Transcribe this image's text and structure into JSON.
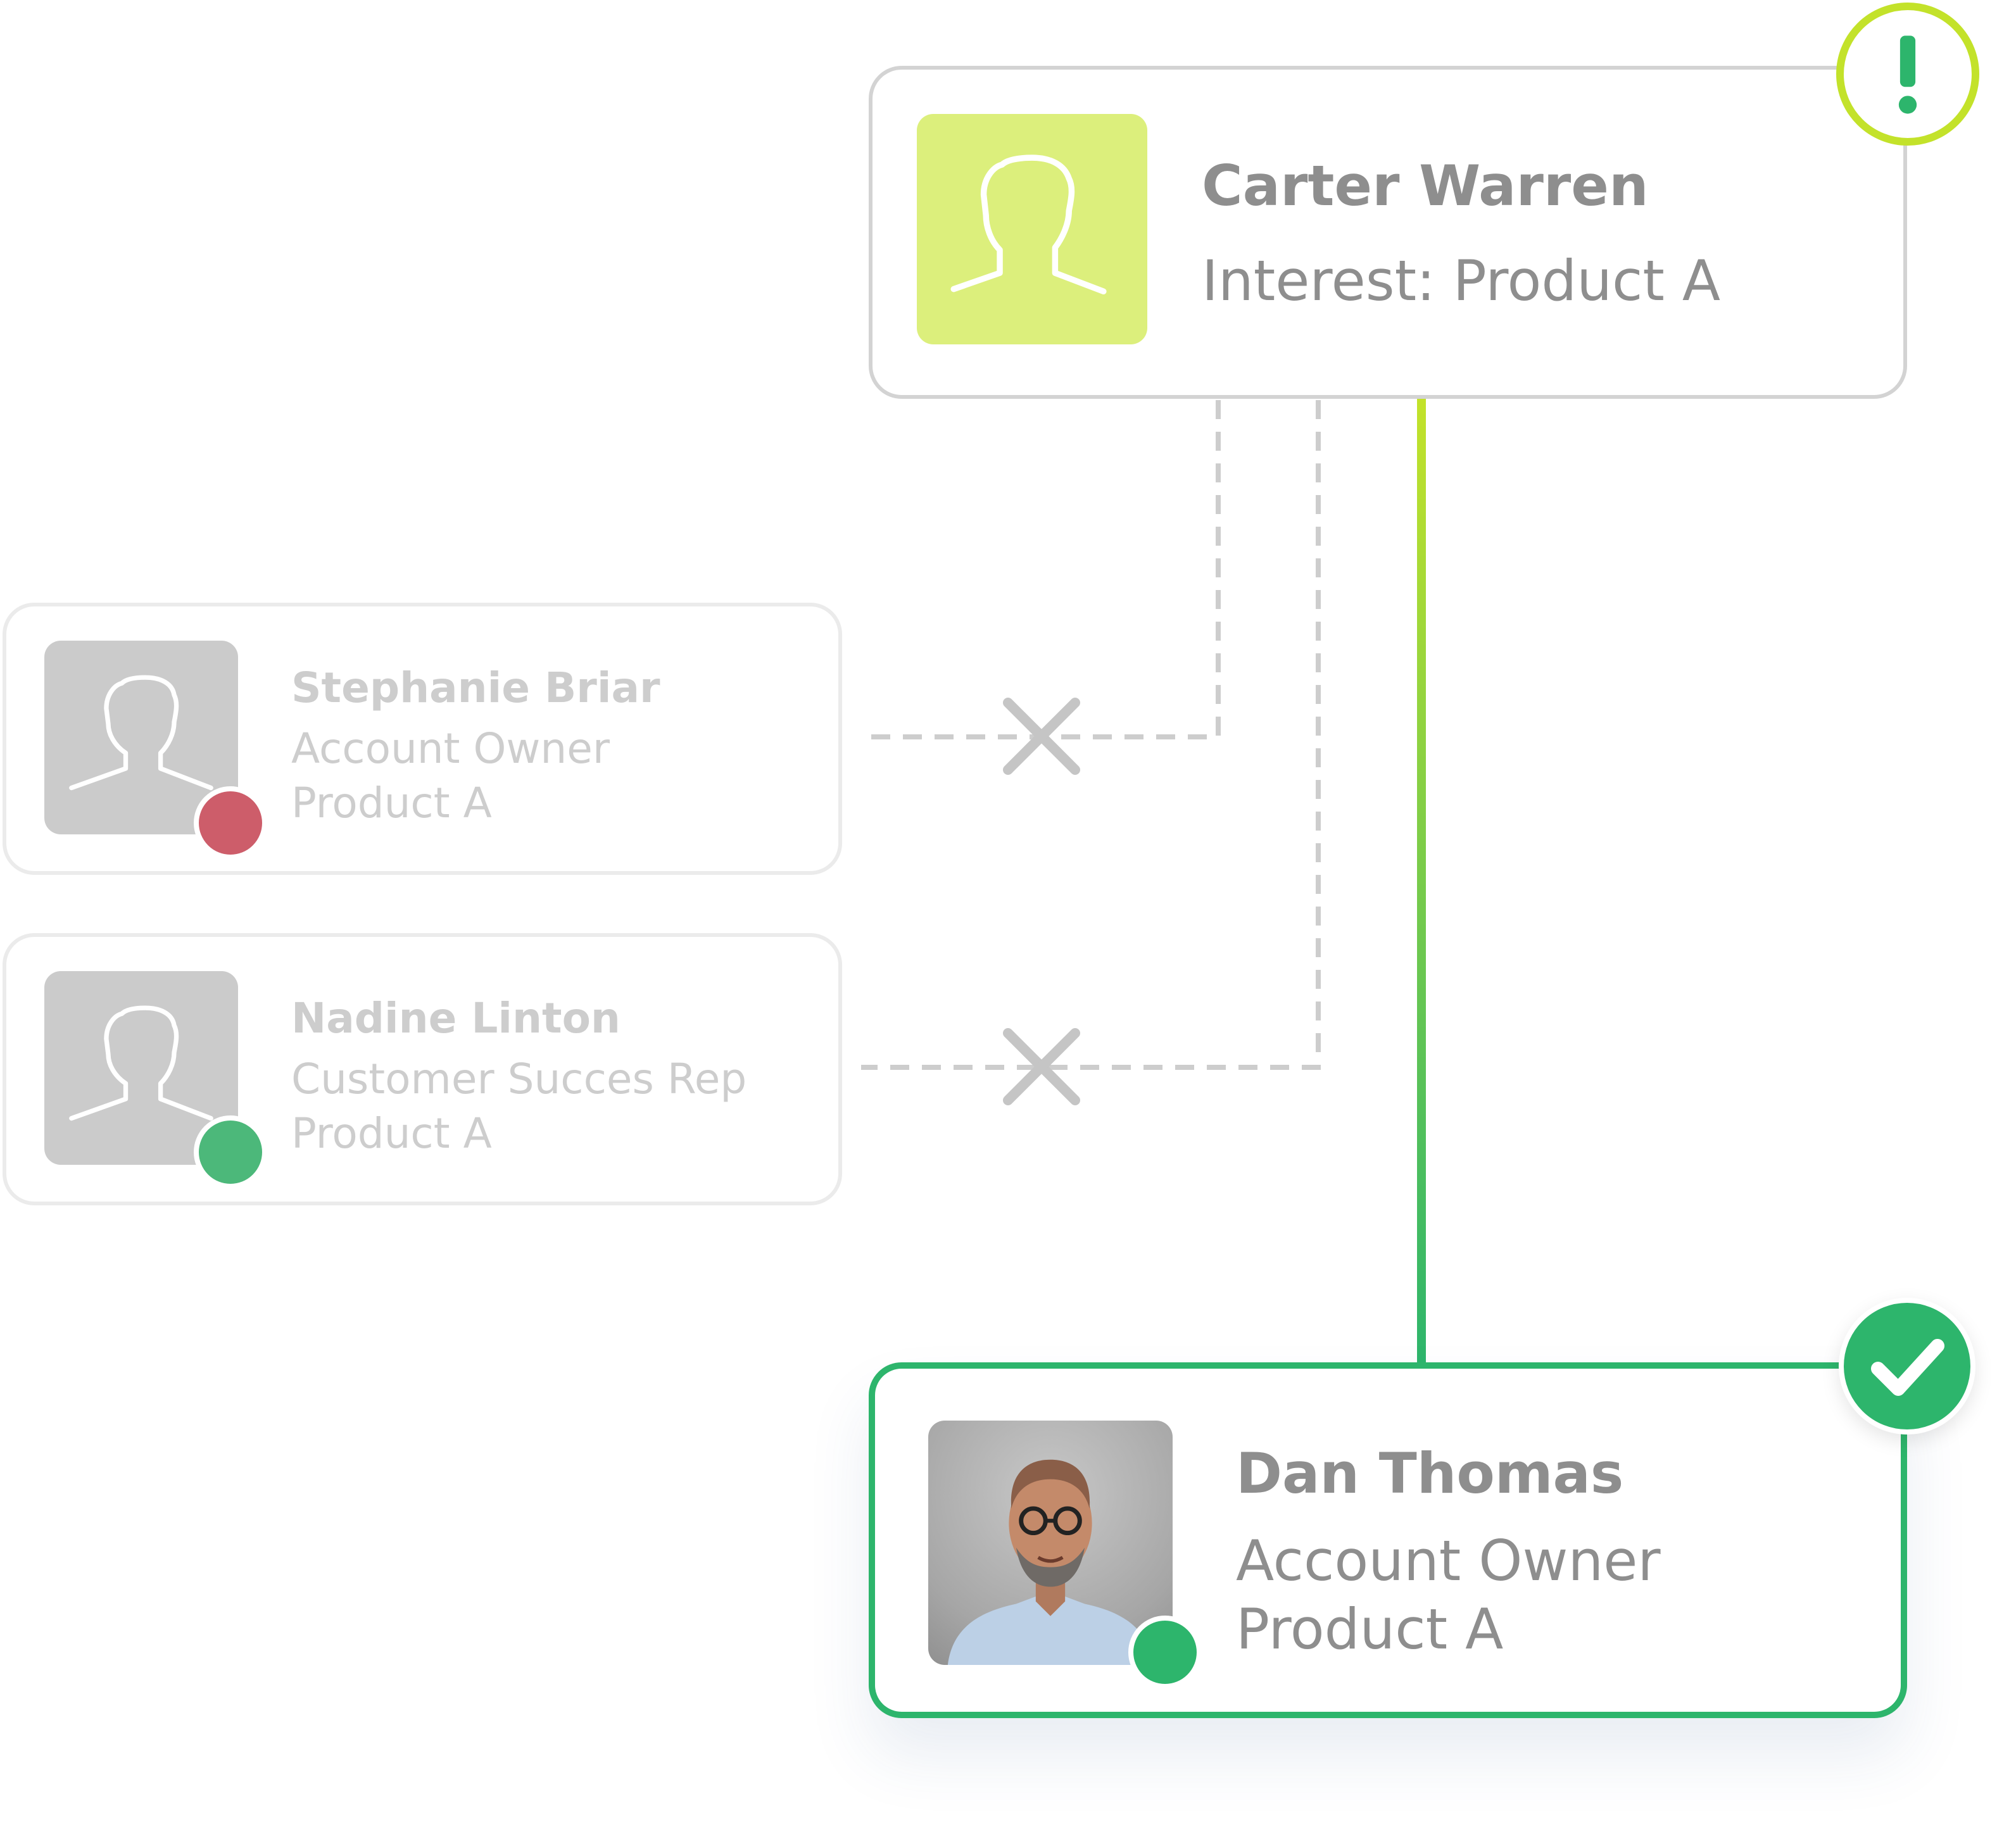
{
  "lead": {
    "name": "Carter Warren",
    "interest": "Interest: Product A",
    "avatar_color": "#dcef7c",
    "badge": {
      "icon": "exclamation-icon",
      "color": "#c3e22a"
    }
  },
  "candidates": [
    {
      "name": "Stephanie Briar",
      "role": "Account Owner",
      "product": "Product A",
      "status_color": "#cd5d6a",
      "connection": "rejected"
    },
    {
      "name": "Nadine Linton",
      "role": "Customer Succes Rep",
      "product": "Product A",
      "status_color": "#4cb87a",
      "connection": "rejected"
    }
  ],
  "assigned": {
    "name": "Dan Thomas",
    "role": "Account Owner",
    "product": "Product A",
    "status_color": "#2db56c",
    "badge": {
      "icon": "check-icon",
      "color": "#2db56c"
    }
  },
  "connection_colors": {
    "gradient_start": "#c3e22a",
    "gradient_end": "#2db56c",
    "dashed": "#cdcdcd",
    "reject_mark": "#c5c5c5"
  }
}
